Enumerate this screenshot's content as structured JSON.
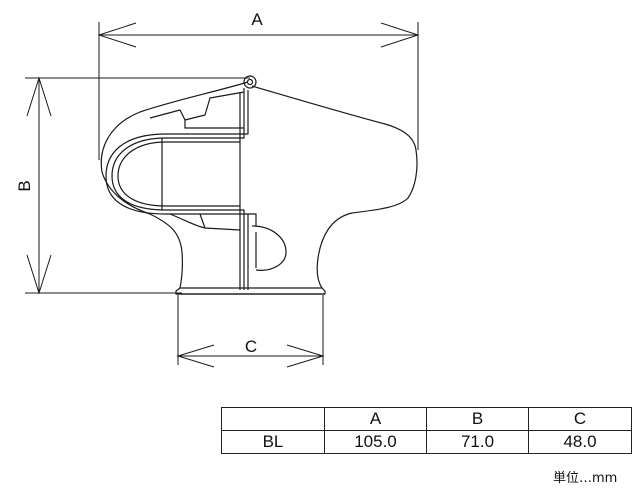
{
  "drawing": {
    "dim_a_label": "A",
    "dim_b_label": "B",
    "dim_c_label": "C",
    "line_color": "#1a1a1a"
  },
  "table": {
    "headers": [
      "",
      "A",
      "B",
      "C"
    ],
    "rows": [
      {
        "model": "BL",
        "a": "105.0",
        "b": "71.0",
        "c": "48.0"
      }
    ]
  },
  "unit_note": "単位…mm"
}
